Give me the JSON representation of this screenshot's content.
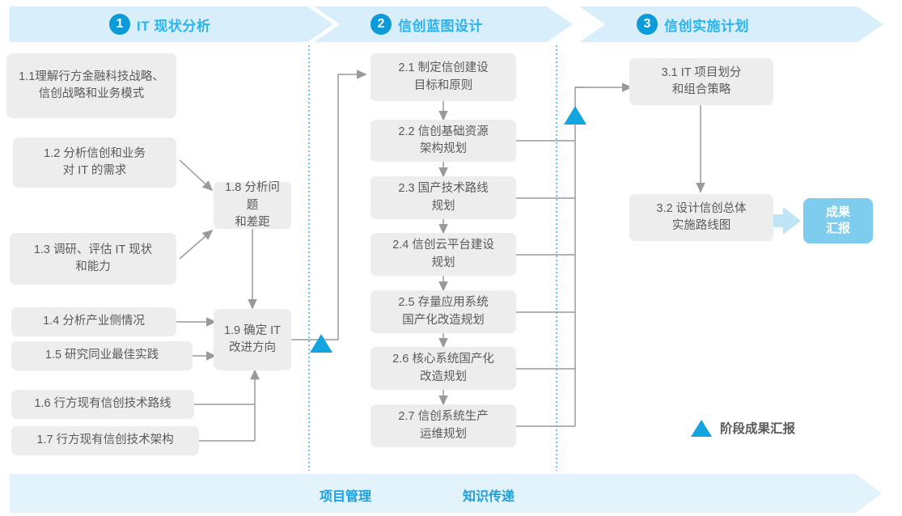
{
  "colors": {
    "phase_band": "#d9eefb",
    "phase_number_circle": "#0c9ad9",
    "phase_title_text": "#29b3ef",
    "box_fill": "#ededed",
    "box_text": "#5a5a5a",
    "connector": "#9a9a9a",
    "milestone_triangle": "#14a4e0",
    "result_badge": "#7fcdee",
    "result_badge_text": "#ffffff",
    "bottom_band": "#e2f3fc",
    "bottom_band_text": "#1b9fe0",
    "divider_dotted": "#3fb6e8",
    "fat_arrow": "#bfe4f5",
    "page_background": "#ffffff"
  },
  "phases": [
    {
      "number": "1",
      "title": "IT 现状分析"
    },
    {
      "number": "2",
      "title": "信创蓝图设计"
    },
    {
      "number": "3",
      "title": "信创实施计划"
    }
  ],
  "tasks": {
    "t11": "1.1理解行方金融科技战略、\n信创战略和业务模式",
    "t12": "1.2 分析信创和业务\n对 IT 的需求",
    "t13": "1.3 调研、评估 IT 现状\n和能力",
    "t14": "1.4 分析产业侧情况",
    "t15": "1.5 研究同业最佳实践",
    "t16": "1.6 行方现有信创技术路线",
    "t17": "1.7 行方现有信创技术架构",
    "t18": "1.8 分析问题\n和差距",
    "t19": "1.9 确定 IT\n改进方向",
    "t21": "2.1 制定信创建设\n目标和原则",
    "t22": "2.2 信创基础资源\n架构规划",
    "t23": "2.3 国产技术路线\n规划",
    "t24": "2.4 信创云平台建设\n规划",
    "t25": "2.5 存量应用系统\n国产化改造规划",
    "t26": "2.6 核心系统国产化\n改造规划",
    "t27": "2.7 信创系统生产\n运维规划",
    "t31": "3.1 IT 项目划分\n和组合策略",
    "t32": "3.2 设计信创总体\n实施路线图"
  },
  "result_badge": {
    "label": "成果\n汇报"
  },
  "legend": {
    "label": "阶段成果汇报",
    "marker": "milestone-triangle"
  },
  "bottom_band": {
    "labels": [
      "项目管理",
      "知识传递"
    ]
  }
}
